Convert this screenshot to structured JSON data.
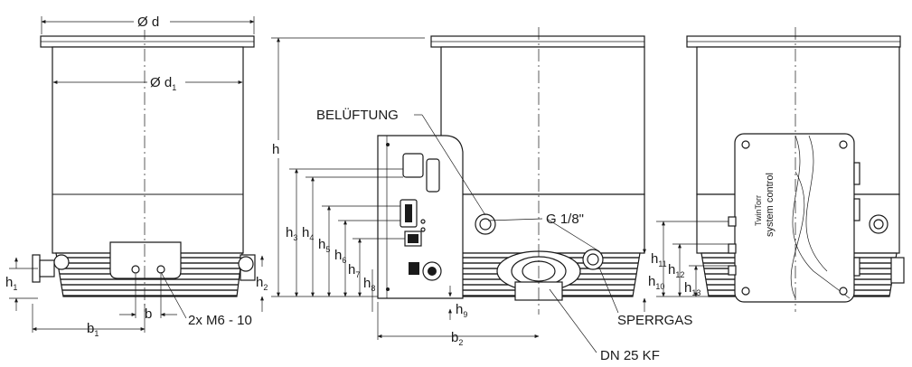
{
  "labels": {
    "d": "Ø d",
    "d1_main": "Ø d",
    "d1_sub": "1",
    "h": "h",
    "h1_main": "h",
    "h1_sub": "1",
    "h2_main": "h",
    "h2_sub": "2",
    "h3_main": "h",
    "h3_sub": "3",
    "h4_main": "h",
    "h4_sub": "4",
    "h5_main": "h",
    "h5_sub": "5",
    "h6_main": "h",
    "h6_sub": "6",
    "h7_main": "h",
    "h7_sub": "7",
    "h8_main": "h",
    "h8_sub": "8",
    "h9_main": "h",
    "h9_sub": "9",
    "h10_main": "h",
    "h10_sub": "10",
    "h11_main": "h",
    "h11_sub": "11",
    "h12_main": "h",
    "h12_sub": "12",
    "h13_main": "h",
    "h13_sub": "13",
    "b": "b",
    "b1_main": "b",
    "b1_sub": "1",
    "b2_main": "b",
    "b2_sub": "2",
    "m6": "2x M6 - 10",
    "beluftung": "BELÜFTUNG",
    "g18": "G 1/8\"",
    "sperrgas": "SPERRGAS",
    "dn25": "DN 25 KF",
    "box_text_1": "system control",
    "box_text_2": "TwinTorr"
  }
}
